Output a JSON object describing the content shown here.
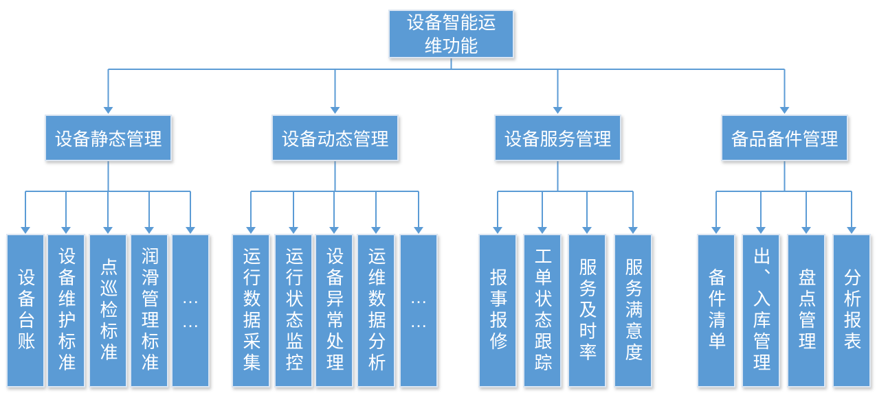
{
  "root": {
    "label": "设备智能运维功能"
  },
  "groups": [
    {
      "label": "设备静态管理",
      "children": [
        "设备台账",
        "设备维护标准",
        "点巡检标准",
        "润滑管理标准",
        "……"
      ]
    },
    {
      "label": "设备动态管理",
      "children": [
        "运行数据采集",
        "运行状态监控",
        "设备异常处理",
        "运维数据分析",
        "……"
      ]
    },
    {
      "label": "设备服务管理",
      "children": [
        "报事报修",
        "工单状态跟踪",
        "服务及时率",
        "服务满意度"
      ]
    },
    {
      "label": "备品备件管理",
      "children": [
        "备件清单",
        "出、入库管理",
        "盘点管理",
        "分析报表"
      ]
    }
  ],
  "colors": {
    "box_fill": "#5B9BD5",
    "box_border": "#DCE6F2",
    "connector": "#5B9BD5",
    "text": "#FFFFFF",
    "background": "#FFFFFF"
  }
}
